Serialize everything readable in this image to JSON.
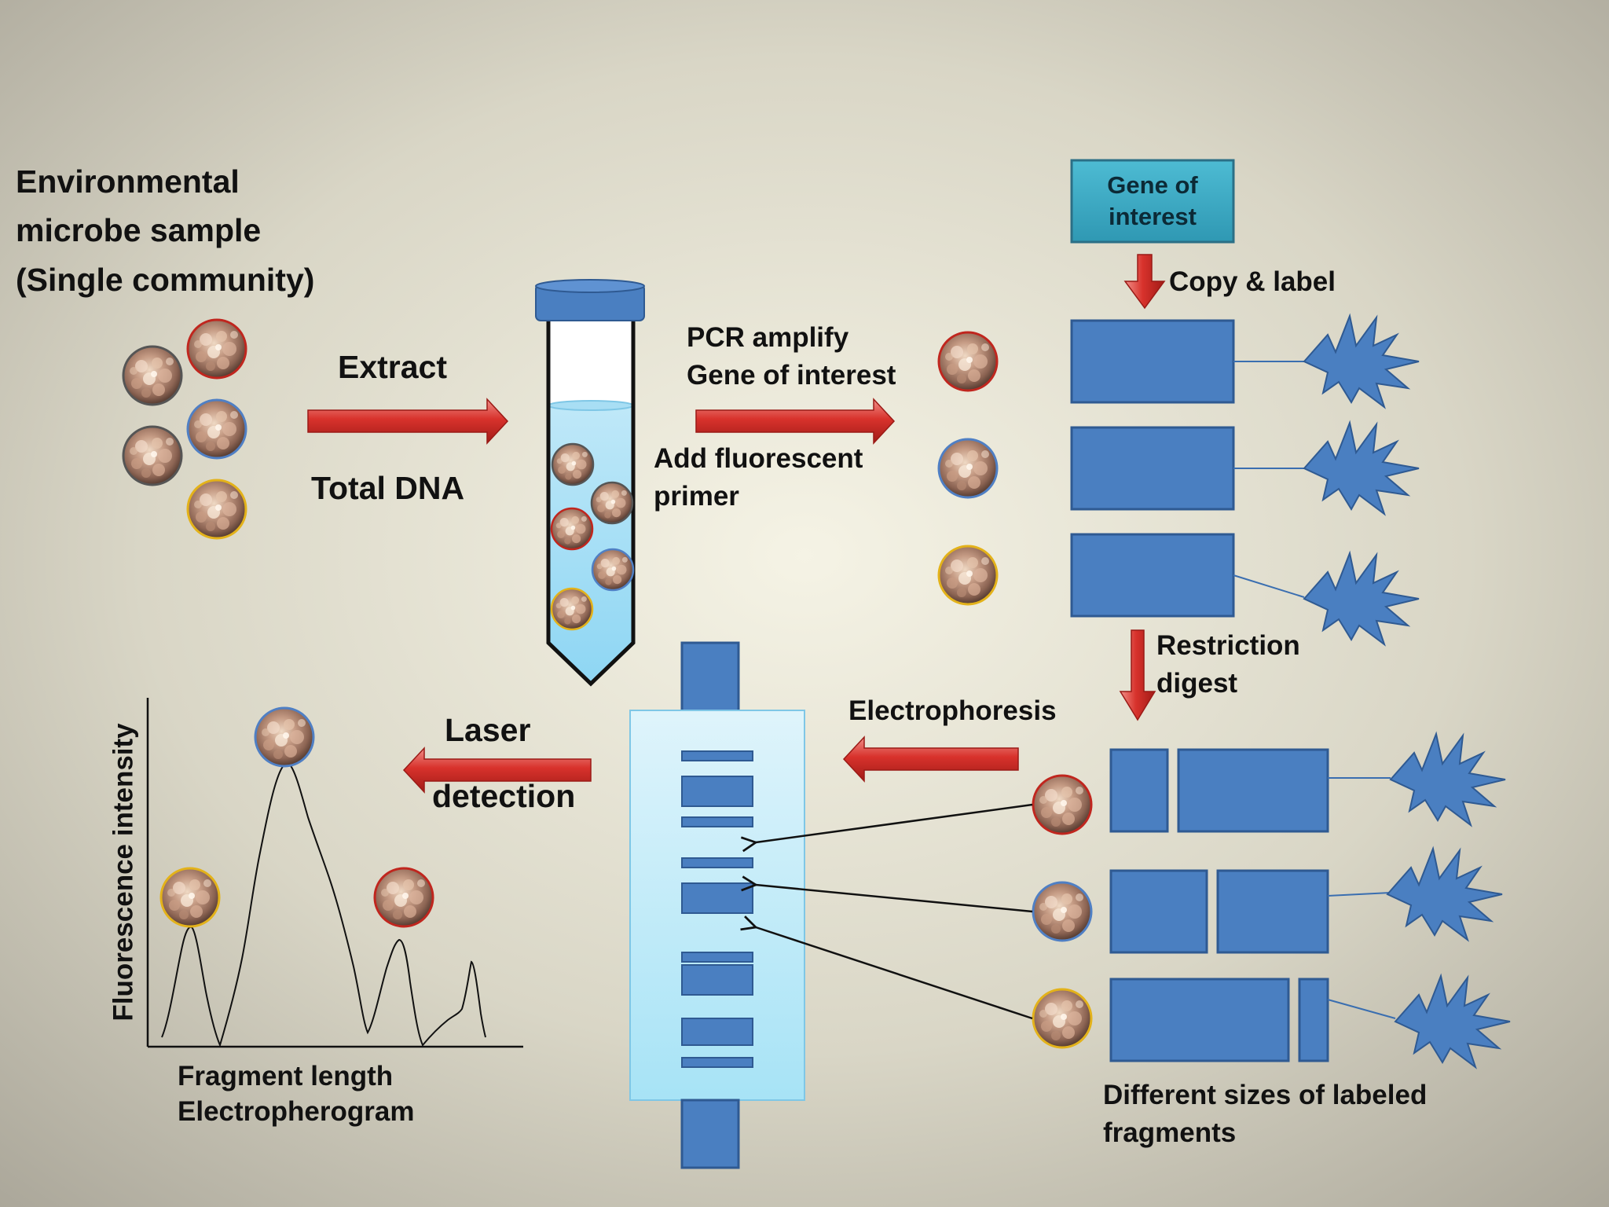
{
  "sample_title": {
    "line1": "Environmental",
    "line2": "microbe sample",
    "line3": "(Single community)"
  },
  "extract": {
    "label": "Extract",
    "sublabel": "Total DNA"
  },
  "pcr": {
    "line1": "PCR amplify",
    "line2": "Gene of interest",
    "line3": "Add fluorescent",
    "line4": "primer"
  },
  "gene_box": {
    "line1": "Gene of",
    "line2": "interest"
  },
  "copy_label": "Copy & label",
  "restriction": {
    "line1": "Restriction",
    "line2": "digest"
  },
  "electrophoresis_label": "Electrophoresis",
  "laser": {
    "line1": "Laser",
    "line2": "detection"
  },
  "fragments_caption": {
    "line1": "Different sizes of labeled",
    "line2": "fragments"
  },
  "electropherogram": {
    "ylabel": "Fluorescence intensity",
    "xlabel": "Fragment length",
    "caption": "Electropherogram"
  },
  "colors": {
    "background_center": "#f3f1e2",
    "background_edge": "#a8a497",
    "arrow_red": "#d2312c",
    "fragment_blue": "#4a7fc1",
    "fragment_border": "#2f5a92",
    "gene_box_teal": "#3aaac4",
    "gel_light_blue": "#bfe9f7",
    "microbe_red": "#c0261e",
    "microbe_blue": "#4f7fc4",
    "microbe_yellow": "#e3b21a",
    "microbe_gray": "#5a5a5a"
  },
  "icons": {
    "microbe": "microbe-cell-icon",
    "tube": "test-tube-icon",
    "fluor_label": "fluorescent-star-icon",
    "gel": "gel-column-icon"
  }
}
